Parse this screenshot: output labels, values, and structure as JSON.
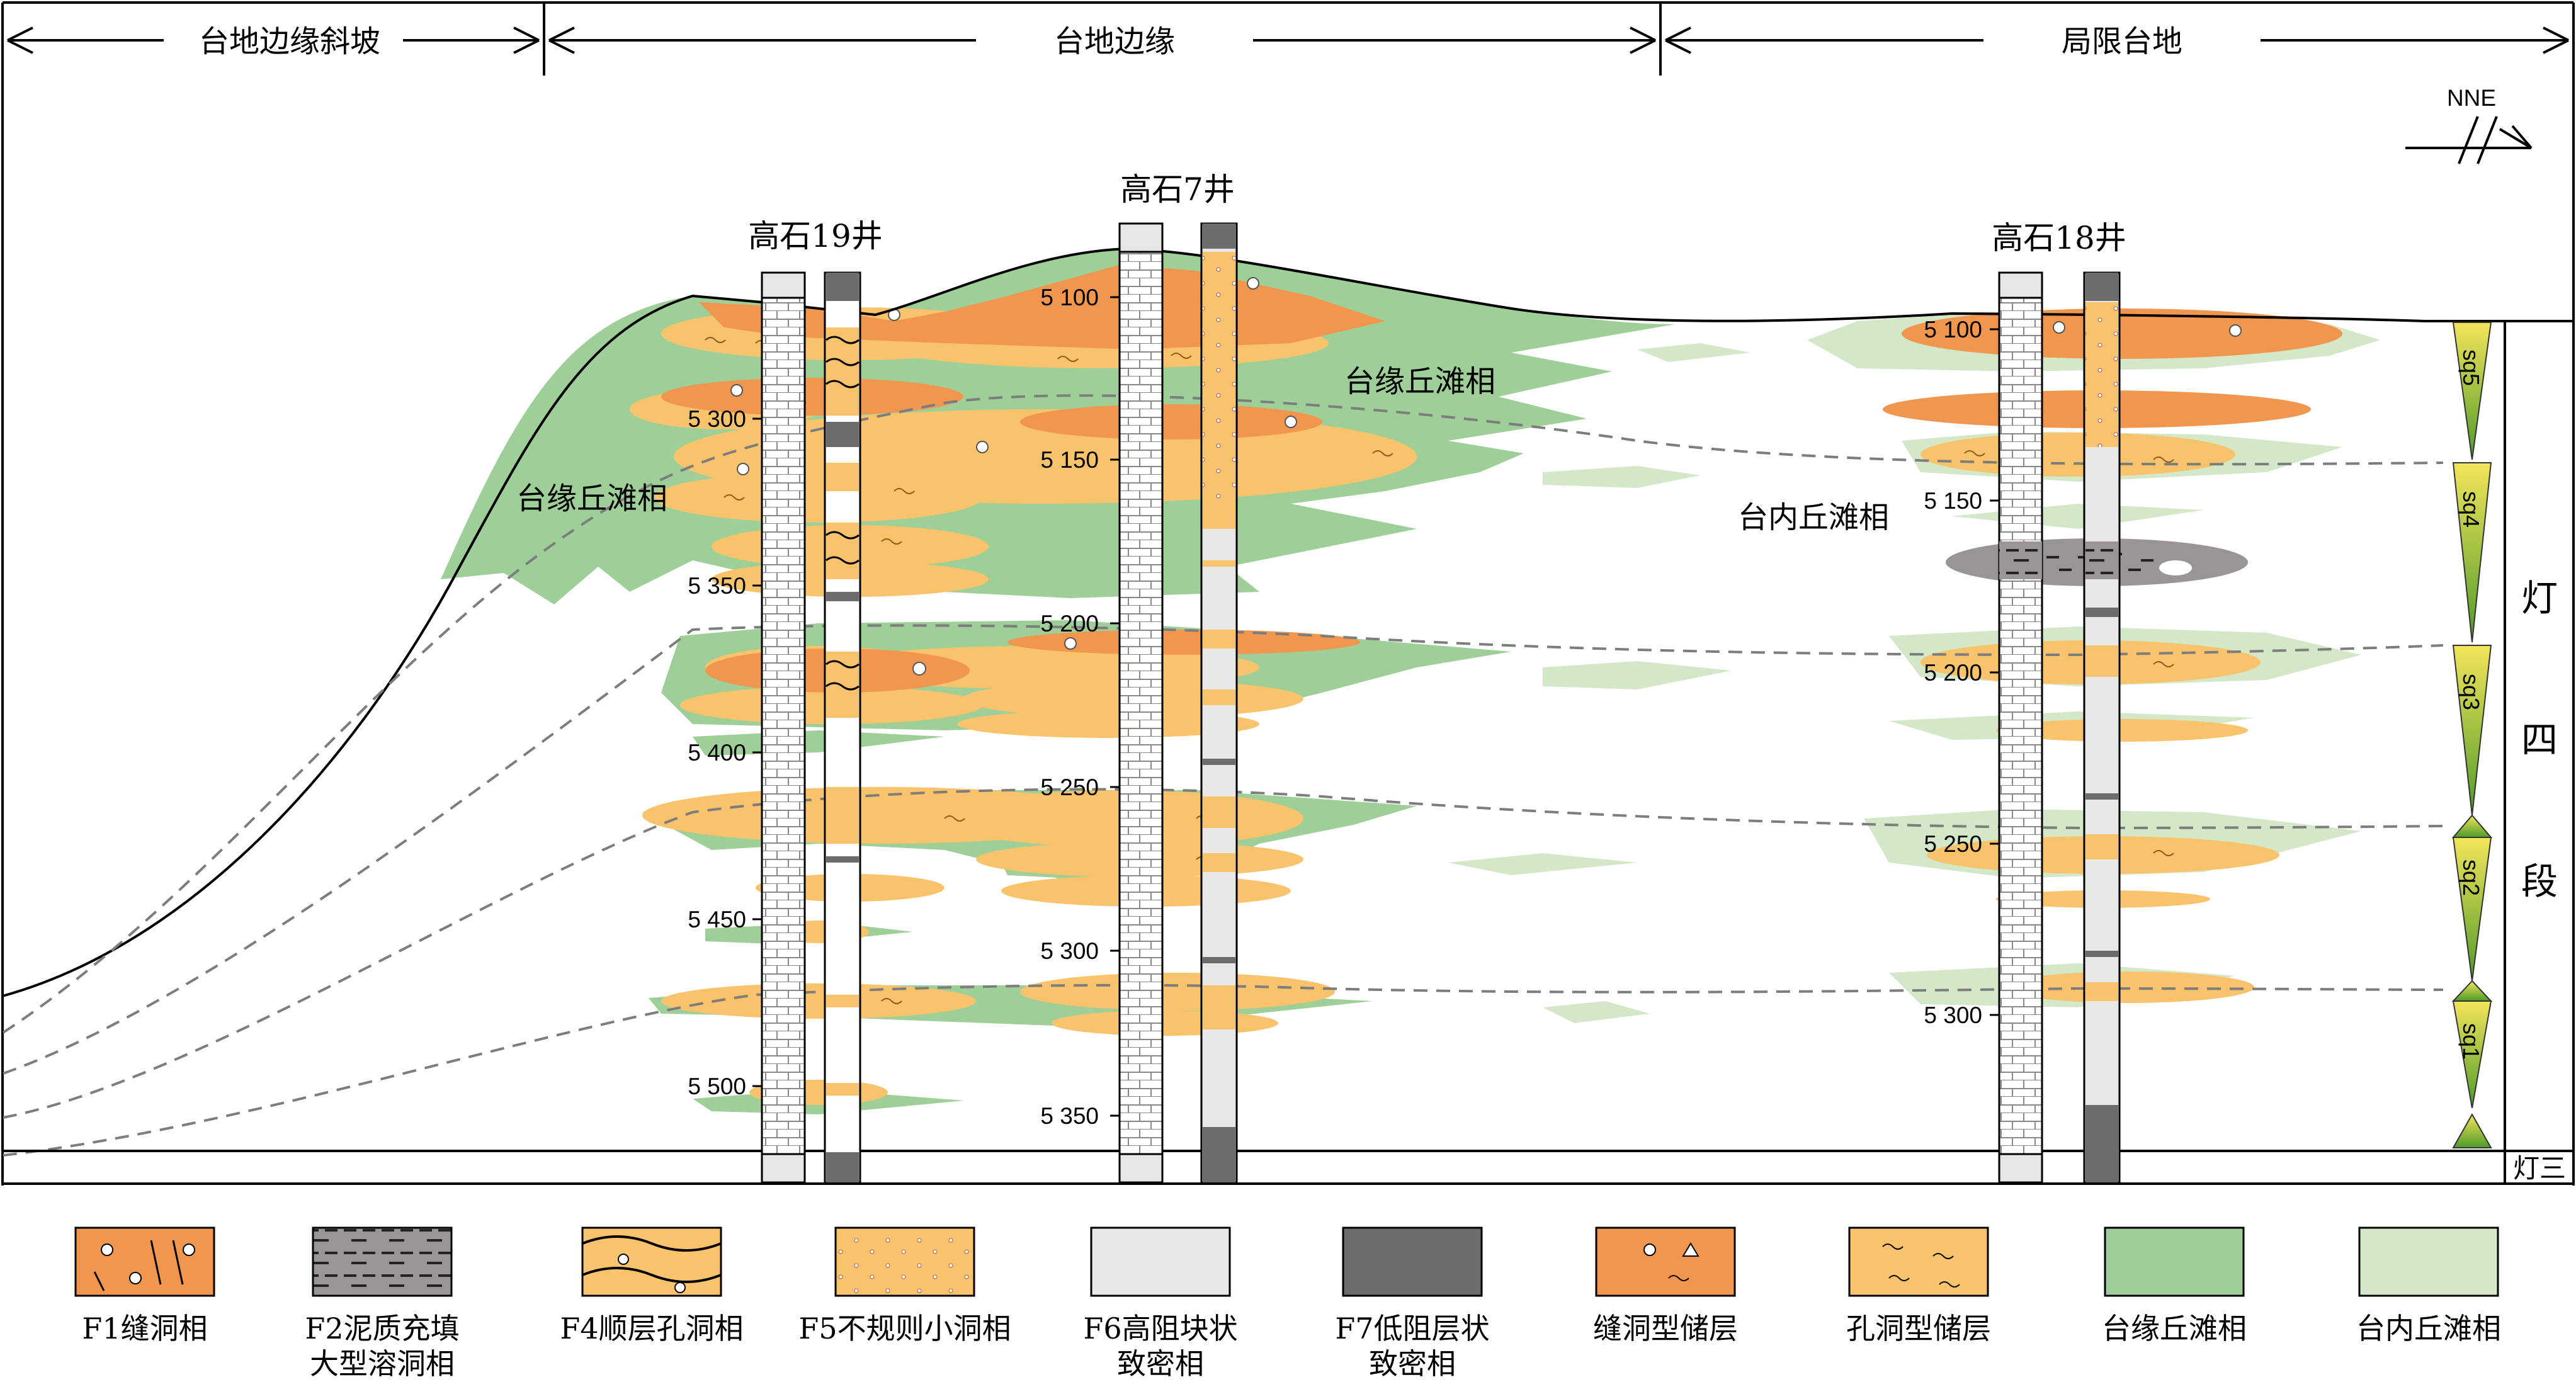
{
  "header": {
    "zones": [
      "台地边缘斜坡",
      "台地边缘",
      "局限台地"
    ]
  },
  "north_arrow": {
    "label": "NNE"
  },
  "wells": [
    {
      "name": "高石19井",
      "depths": [
        "5 300",
        "5 350",
        "5 400",
        "5 450",
        "5 500"
      ]
    },
    {
      "name": "高石7井",
      "depths": [
        "5 100",
        "5 150",
        "5 200",
        "5 250",
        "5 300",
        "5 350"
      ]
    },
    {
      "name": "高石18井",
      "depths": [
        "5 100",
        "5 150",
        "5 200",
        "5 250",
        "5 300"
      ]
    }
  ],
  "facies_labels": {
    "rim_left": "台缘丘滩相",
    "rim_mid": "台缘丘滩相",
    "inner": "台内丘滩相"
  },
  "sequences": [
    "sq5",
    "sq4",
    "sq3",
    "sq2",
    "sq1"
  ],
  "strata": {
    "dengsi_chars": [
      "灯",
      "四",
      "段"
    ],
    "dengsan": "灯三"
  },
  "colors": {
    "orange": "#F0964E",
    "yellow": "#F8C36A",
    "green_dark": "#9FCF98",
    "green_light": "#D3E8C8",
    "gray_mud": "#999594",
    "dark_gray": "#6C6C6C",
    "light_gray": "#E8E8E8"
  },
  "legend": [
    {
      "label1": "F1缝洞相",
      "label2": "",
      "icon": "orange-fracture-vug-icon"
    },
    {
      "label1": "F2泥质充填",
      "label2": "大型溶洞相",
      "icon": "gray-mud-dash-icon"
    },
    {
      "label1": "F4顺层孔洞相",
      "label2": "",
      "icon": "yellow-wavy-vug-icon"
    },
    {
      "label1": "F5不规则小洞相",
      "label2": "",
      "icon": "yellow-dotted-icon"
    },
    {
      "label1": "F6高阻块状",
      "label2": "致密相",
      "icon": "light-gray-box-icon"
    },
    {
      "label1": "F7低阻层状",
      "label2": "致密相",
      "icon": "dark-gray-box-icon"
    },
    {
      "label1": "缝洞型储层",
      "label2": "",
      "icon": "orange-reservoir-icon"
    },
    {
      "label1": "孔洞型储层",
      "label2": "",
      "icon": "yellow-reservoir-icon"
    },
    {
      "label1": "台缘丘滩相",
      "label2": "",
      "icon": "dark-green-swatch-icon"
    },
    {
      "label1": "台内丘滩相",
      "label2": "",
      "icon": "light-green-swatch-icon"
    }
  ]
}
